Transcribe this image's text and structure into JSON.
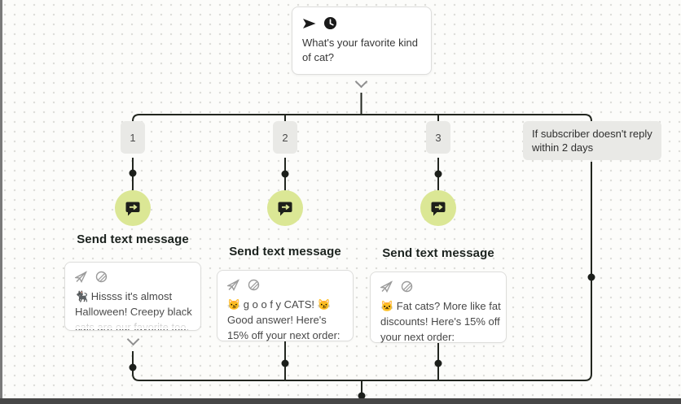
{
  "colors": {
    "canvas_bg": "#fcfcfa",
    "grid_dot": "#dededa",
    "connector_line": "#22261f",
    "node_green": "#dbe795",
    "label_bg": "#e9e9e6",
    "card_bg": "#ffffff",
    "card_border": "#dddddb",
    "heading_text": "#1b221e",
    "body_text": "#484848",
    "muted_icon": "#9b9b9b",
    "bottom_bar": "#474747"
  },
  "icons": {
    "top_node": [
      "send-icon",
      "clock-icon"
    ],
    "message_card": [
      "send-slash-icon",
      "media-slash-icon"
    ],
    "step_bubble": "chat-arrow-icon",
    "connectors": [
      "chevron-down-icon",
      "connection-dot"
    ]
  },
  "top_node": {
    "message_lines": [
      "What's your favorite kind",
      "of cat?"
    ]
  },
  "no_reply_branch": {
    "label_lines": [
      "If subscriber doesn't reply",
      "within 2 days"
    ]
  },
  "branches": [
    {
      "number": "1",
      "step_title": "Send text message",
      "message_lines": [
        "🐈‍⬛ Hissss it's almost",
        "Halloween! Creepy black",
        "cats are our favorite too."
      ]
    },
    {
      "number": "2",
      "step_title": "Send text message",
      "message_lines": [
        "😼 g o o f y CATS! 😼",
        "Good answer! Here's",
        "15% off your next order:"
      ]
    },
    {
      "number": "3",
      "step_title": "Send text message",
      "message_lines": [
        "🐱 Fat cats? More like fat",
        "discounts! Here's 15% off",
        "your next order:"
      ]
    }
  ]
}
